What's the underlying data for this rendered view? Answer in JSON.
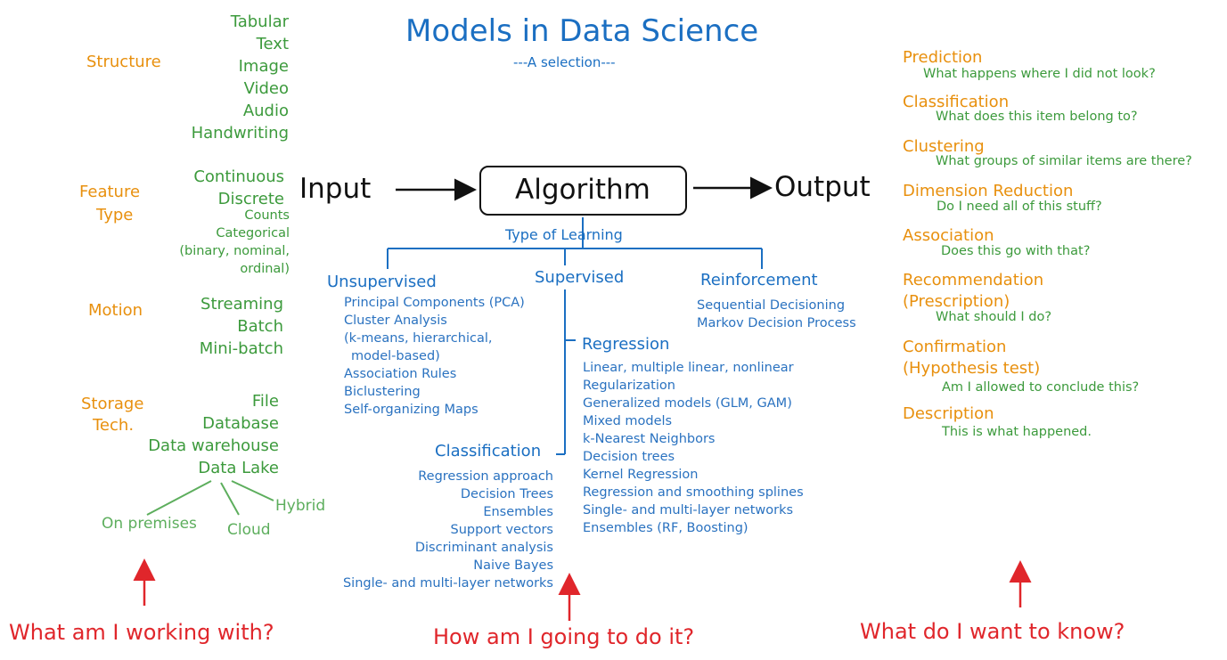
{
  "title": "Models in Data Science",
  "subtitle": "---A selection---",
  "center": {
    "input": "Input",
    "algorithm": "Algorithm",
    "output": "Output",
    "type_of_learning": "Type of Learning"
  },
  "input_side": {
    "structure": {
      "label": "Structure",
      "items": [
        "Tabular",
        "Text",
        "Image",
        "Video",
        "Audio",
        "Handwriting"
      ]
    },
    "feature_type": {
      "label1": "Feature",
      "label2": "Type",
      "items": [
        "Continuous",
        "Discrete"
      ],
      "sub_items": [
        "Counts",
        "Categorical",
        "(binary, nominal,",
        "ordinal)"
      ]
    },
    "motion": {
      "label": "Motion",
      "items": [
        "Streaming",
        "Batch",
        "Mini-batch"
      ]
    },
    "storage": {
      "label1": "Storage",
      "label2": "Tech.",
      "items": [
        "File",
        "Database",
        "Data warehouse",
        "Data Lake"
      ],
      "deploy": [
        "On premises",
        "Cloud",
        "Hybrid"
      ]
    }
  },
  "learning": {
    "unsupervised": {
      "label": "Unsupervised",
      "items": [
        "Principal Components (PCA)",
        "Cluster Analysis",
        "(k-means, hierarchical,",
        " model-based)",
        "Association Rules",
        "Biclustering",
        "Self-organizing Maps"
      ]
    },
    "supervised": {
      "label": "Supervised"
    },
    "reinforcement": {
      "label": "Reinforcement",
      "items": [
        "Sequential Decisioning",
        "Markov Decision Process"
      ]
    },
    "regression": {
      "label": "Regression",
      "items": [
        "Linear, multiple linear, nonlinear",
        "Regularization",
        "Generalized models (GLM, GAM)",
        "Mixed models",
        "k-Nearest Neighbors",
        "Decision trees",
        "Kernel Regression",
        "Regression and smoothing splines",
        "Single- and multi-layer networks",
        "Ensembles (RF, Boosting)"
      ]
    },
    "classification": {
      "label": "Classification",
      "items": [
        "Regression approach",
        "Decision Trees",
        "Ensembles",
        "Support vectors",
        "Discriminant analysis",
        "Naive Bayes",
        "Single- and multi-layer networks"
      ]
    }
  },
  "output_side": [
    {
      "label": "Prediction",
      "question": "What happens where I did not look?"
    },
    {
      "label": "Classification",
      "question": "What does this item belong to?"
    },
    {
      "label": "Clustering",
      "question": "What groups of similar items are there?"
    },
    {
      "label": "Dimension Reduction",
      "question": "Do I need all of this stuff?"
    },
    {
      "label": "Association",
      "question": "Does this go with that?"
    },
    {
      "label": "Recommendation",
      "label2": "(Prescription)",
      "question": "What should I do?"
    },
    {
      "label": "Confirmation",
      "label2": "(Hypothesis test)",
      "question": "Am I allowed to conclude this?"
    },
    {
      "label": "Description",
      "question": "This is what happened."
    }
  ],
  "bottom_questions": {
    "left": "What am I working with?",
    "middle": "How am I going to do it?",
    "right": "What do I want to know?"
  },
  "colors": {
    "orange": "#E8900E",
    "green": "#3C9A3C",
    "blue": "#1B6FC2",
    "red": "#E0262B",
    "black": "#111111"
  }
}
